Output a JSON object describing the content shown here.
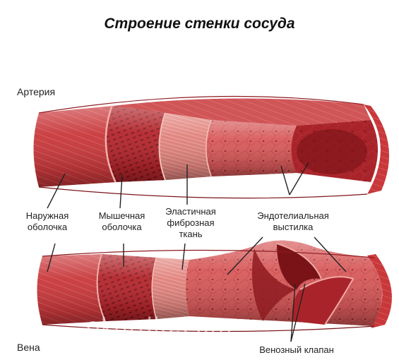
{
  "title": "Строение стенки сосуда",
  "vessels": {
    "artery": "Артерия",
    "vein": "Вена"
  },
  "labels": {
    "outer": [
      "Наружная",
      "оболочка"
    ],
    "muscle": [
      "Мышечная",
      "оболочка"
    ],
    "elastic": [
      "Эластичная",
      "фиброзная",
      "ткань"
    ],
    "endothelium": [
      "Эндотелиальная",
      "выстилка"
    ],
    "valve": "Венозный клапан"
  },
  "watermark": "okardio.com",
  "colors": {
    "outer": "#c8373a",
    "muscle": "#b3262c",
    "elastic": "#e0807a",
    "endothelium": "#d85a5a",
    "lumen": "#7a1318"
  }
}
